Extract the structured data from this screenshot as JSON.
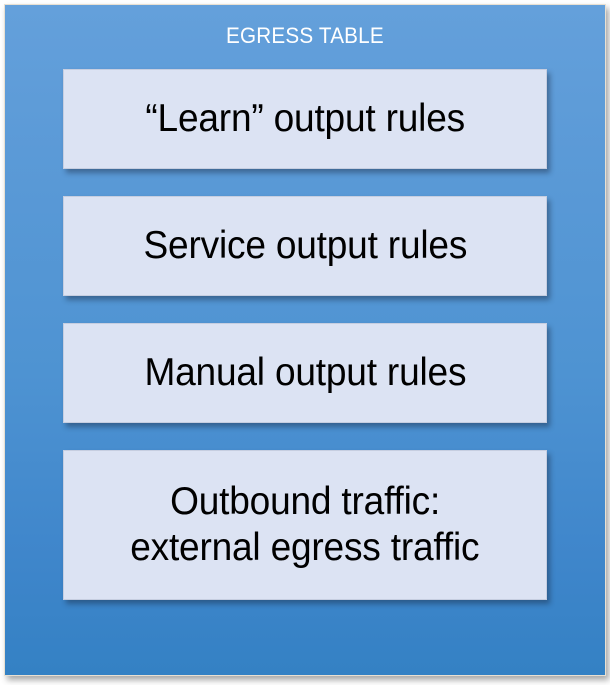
{
  "diagram": {
    "title": "EGRESS TABLE",
    "background_gradient_top": "#64A0DB",
    "background_gradient_bottom": "#3481C4",
    "box_fill": "#DCE3F3",
    "box_text_color": "#000000",
    "title_color": "#FFFFFF",
    "boxes": [
      {
        "id": "learn-output-rules",
        "lines": [
          "“Learn” output rules"
        ],
        "line1": "“Learn” output rules",
        "line2": ""
      },
      {
        "id": "service-output-rules",
        "lines": [
          "Service output rules"
        ],
        "line1": "Service output rules",
        "line2": ""
      },
      {
        "id": "manual-output-rules",
        "lines": [
          "Manual output rules"
        ],
        "line1": "Manual output rules",
        "line2": ""
      },
      {
        "id": "outbound-traffic",
        "lines": [
          "Outbound traffic:",
          "external egress traffic"
        ],
        "line1": "Outbound traffic:",
        "line2": "external egress traffic"
      }
    ]
  }
}
